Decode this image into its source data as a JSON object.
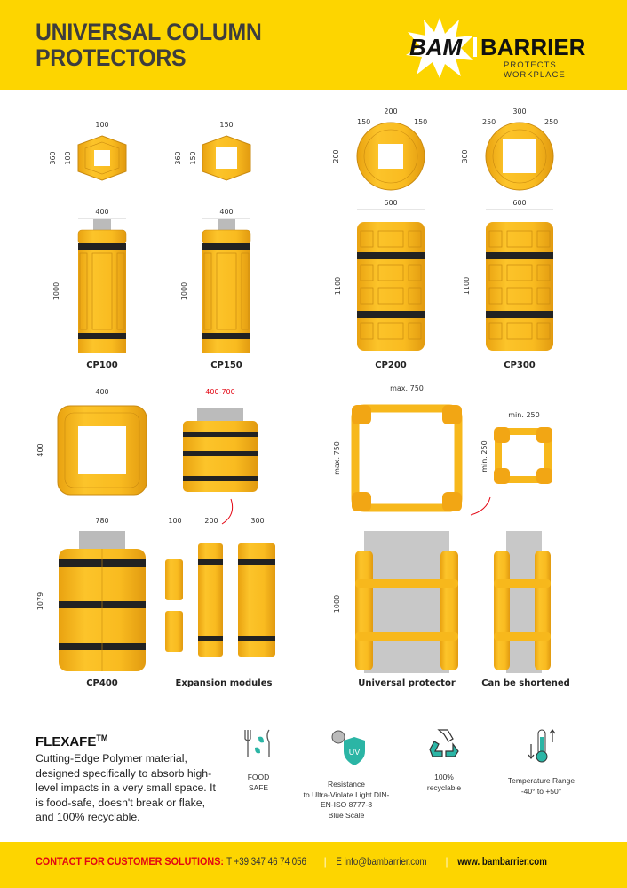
{
  "header": {
    "title_line1": "UNIVERSAL COLUMN",
    "title_line2": "PROTECTORS",
    "logo": {
      "bam": "BAM",
      "barrier": "BARRIER",
      "tagline": "PROTECTS WORKPLACE"
    }
  },
  "products": {
    "cp100": {
      "label": "CP100",
      "top_width": "100",
      "top_height": "360",
      "top_inner": "100",
      "side_width": "400",
      "side_height": "1000"
    },
    "cp150": {
      "label": "CP150",
      "top_width": "150",
      "top_height": "360",
      "top_inner": "150",
      "side_width": "400",
      "side_height": "1000"
    },
    "cp200": {
      "label": "CP200",
      "top_width": "200",
      "top_left": "150",
      "top_right": "150",
      "top_height": "200",
      "side_width": "600",
      "side_height": "1100"
    },
    "cp300": {
      "label": "CP300",
      "top_width": "300",
      "top_left": "250",
      "top_right": "250",
      "top_height": "300",
      "side_width": "600",
      "side_height": "1100"
    },
    "cp400": {
      "label": "CP400",
      "top_width": "400",
      "top_height": "400",
      "side_width": "780",
      "side_height": "1079"
    },
    "expansion": {
      "label": "Expansion modules",
      "range": "400-700",
      "m1": "100",
      "m2": "200",
      "m3": "300"
    },
    "universal": {
      "label": "Universal protector",
      "max_width": "max. 750",
      "max_height": "max. 750",
      "side_height": "1000"
    },
    "shortened": {
      "label": "Can be shortened",
      "min_width": "min. 250",
      "min_height": "min. 250"
    }
  },
  "flexafe": {
    "title": "FLEXAFE",
    "tm": "TM",
    "description": "Cutting-Edge Polymer material, designed specifically to absorb high-level impacts in a very small space. It is food-safe, doesn't break or flake, and 100% recyclable."
  },
  "features": [
    {
      "icon": "food-safe-icon",
      "line1": "FOOD",
      "line2": "SAFE"
    },
    {
      "icon": "uv-shield-icon",
      "line1": "Resistance",
      "line2": "to Ultra-Violate Light DIN-",
      "line3": "EN-ISO 8777-8",
      "line4": "Blue Scale",
      "badge": "UV"
    },
    {
      "icon": "recycle-icon",
      "line1": "100%",
      "line2": "recyclable"
    },
    {
      "icon": "thermometer-icon",
      "line1": "Temperature Range",
      "line2": "-40° to +50°"
    }
  ],
  "footer": {
    "contact_label": "CONTACT FOR CUSTOMER SOLUTIONS:",
    "phone": "T +39 347 46 74 056",
    "email": "E info@bambarrier.com",
    "website": "www. bambarrier.com"
  },
  "colors": {
    "yellow": "#fdd500",
    "product": "#f7b81c",
    "accent_red": "#e30613",
    "teal": "#2bb5a5"
  }
}
